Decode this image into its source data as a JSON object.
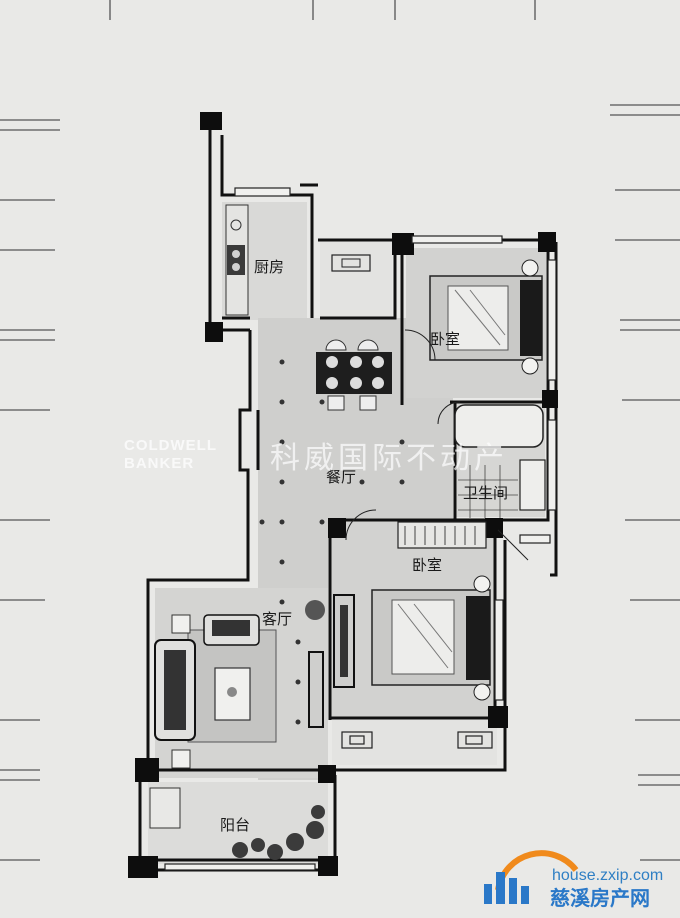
{
  "rooms": {
    "kitchen": "厨房",
    "master_bedroom": "卧室",
    "dining_room": "餐厅",
    "bathroom": "卫生间",
    "second_bedroom": "卧室",
    "living_room": "客厅",
    "balcony": "阳台"
  },
  "watermark": {
    "brand_line1": "COLDWELL",
    "brand_line2": "BANKER",
    "company": "科威国际不动产"
  },
  "site_badge": {
    "url": "house.zxip.com",
    "name": "慈溪房产网"
  },
  "colors": {
    "paper": "#e9e9e7",
    "wall": "#111111",
    "floor_room": "#d6d6d4",
    "floor_hall": "#cfcfcd",
    "carpet": "#c8c8c6",
    "badge_blue": "#2a78c8",
    "badge_orange": "#f08a1c"
  }
}
